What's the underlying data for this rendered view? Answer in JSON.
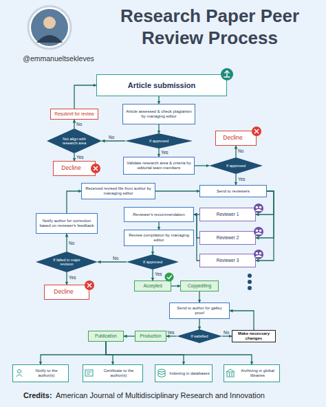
{
  "diagram": {
    "title": "Research Paper Peer Review Process",
    "caption": "American Journal of Multidisciplinary Research and Innovation",
    "nodes": [
      {
        "text": [
          "Article submission"
        ]
      },
      {
        "text": [
          "Resubmit for review"
        ]
      },
      {
        "text": [
          "Article assessed & check plagiarism by managing editor"
        ]
      },
      {
        "text": [
          "Not align with research area"
        ]
      },
      {
        "text": [
          "If approved"
        ]
      },
      {
        "text": [
          "Decline"
        ]
      },
      {
        "text": [
          "Decline"
        ]
      },
      {
        "text": [
          "Validate research area & criteria by editorial team members"
        ]
      },
      {
        "text": [
          "If approved"
        ]
      },
      {
        "text": [
          "Received revised file from author by managing editor"
        ]
      },
      {
        "text": [
          "Send to reviewers"
        ]
      },
      {
        "text": [
          "Notify author for correction based on reviewer's feedback"
        ]
      },
      {
        "text": [
          "Reviewer's recommendation"
        ]
      },
      {
        "text": [
          "Reviewer 1"
        ]
      },
      {
        "text": [
          "Review compilation by managing editor"
        ]
      },
      {
        "text": [
          "Reviewer 2"
        ]
      },
      {
        "text": [
          "Reviewer 3"
        ]
      },
      {
        "text": [
          "If failed in major revision"
        ]
      },
      {
        "text": [
          "If approved"
        ]
      },
      {
        "text": [
          "Decline"
        ]
      },
      {
        "text": [
          "Accepted"
        ]
      },
      {
        "text": [
          "Copyediting"
        ]
      },
      {
        "text": [
          "Send to author for galley proof"
        ]
      },
      {
        "text": [
          "If satisfied"
        ]
      },
      {
        "text": [
          "Make necessary changes"
        ]
      },
      {
        "text": [
          "Production"
        ]
      },
      {
        "text": [
          "Publication"
        ]
      },
      {
        "text": [
          "Notify to the author(s)"
        ]
      },
      {
        "text": [
          "Certificate to the author(s)"
        ]
      },
      {
        "text": [
          "Indexing in databases"
        ]
      },
      {
        "text": [
          "Archiving in global libraries"
        ]
      }
    ],
    "edges": [
      {
        "from": 0,
        "to": 2,
        "arrow": "to"
      },
      {
        "from": 1,
        "to": 0,
        "arrow": "to"
      },
      {
        "from": 2,
        "to": 4,
        "arrow": "to"
      },
      {
        "from": 4,
        "to": 3,
        "label": "No",
        "arrow": "to"
      },
      {
        "from": 3,
        "to": 1,
        "label": "No",
        "arrow": "to"
      },
      {
        "from": 3,
        "to": 5,
        "label": "Yes",
        "arrow": "to"
      },
      {
        "from": 4,
        "to": 7,
        "label": "Yes",
        "arrow": "to"
      },
      {
        "from": 7,
        "to": 8,
        "arrow": "to"
      },
      {
        "from": 8,
        "to": 6,
        "label": "No",
        "arrow": "to"
      },
      {
        "from": 8,
        "to": 10,
        "label": "Yes",
        "arrow": "to"
      },
      {
        "from": 10,
        "to": 13,
        "arrow": "to"
      },
      {
        "from": 10,
        "to": 15,
        "arrow": "to"
      },
      {
        "from": 10,
        "to": 16,
        "arrow": "to"
      },
      {
        "from": 13,
        "to": 12,
        "arrow": "to"
      },
      {
        "from": 15,
        "to": 12,
        "arrow": "to"
      },
      {
        "from": 16,
        "to": 12,
        "arrow": "to"
      },
      {
        "from": 12,
        "to": 14,
        "arrow": "to"
      },
      {
        "from": 14,
        "to": 18,
        "arrow": "to"
      },
      {
        "from": 18,
        "to": 17,
        "label": "No",
        "arrow": "to"
      },
      {
        "from": 17,
        "to": 19,
        "label": "Yes",
        "arrow": "to"
      },
      {
        "from": 17,
        "to": 11,
        "label": "No",
        "arrow": "to"
      },
      {
        "from": 11,
        "to": 9,
        "arrow": "to"
      },
      {
        "from": 9,
        "to": 10,
        "arrow": "to"
      },
      {
        "from": 18,
        "to": 20,
        "label": "Yes",
        "arrow": "to"
      },
      {
        "from": 20,
        "to": 21,
        "arrow": "to"
      },
      {
        "from": 21,
        "to": 22,
        "arrow": "to"
      },
      {
        "from": 22,
        "to": 23,
        "arrow": "to"
      },
      {
        "from": 23,
        "to": 24,
        "label": "No",
        "arrow": "to"
      },
      {
        "from": 24,
        "to": 22,
        "arrow": "to"
      },
      {
        "from": 23,
        "to": 25,
        "label": "Yes",
        "arrow": "to"
      },
      {
        "from": 25,
        "to": 26,
        "arrow": "to"
      },
      {
        "from": 26,
        "to": 27,
        "arrow": "to"
      },
      {
        "from": 26,
        "to": 28,
        "arrow": "to"
      },
      {
        "from": 26,
        "to": 29,
        "arrow": "to"
      },
      {
        "from": 26,
        "to": 30,
        "arrow": "to"
      }
    ],
    "labels": [
      "@emmanueltsekleves",
      "Credits:"
    ]
  }
}
